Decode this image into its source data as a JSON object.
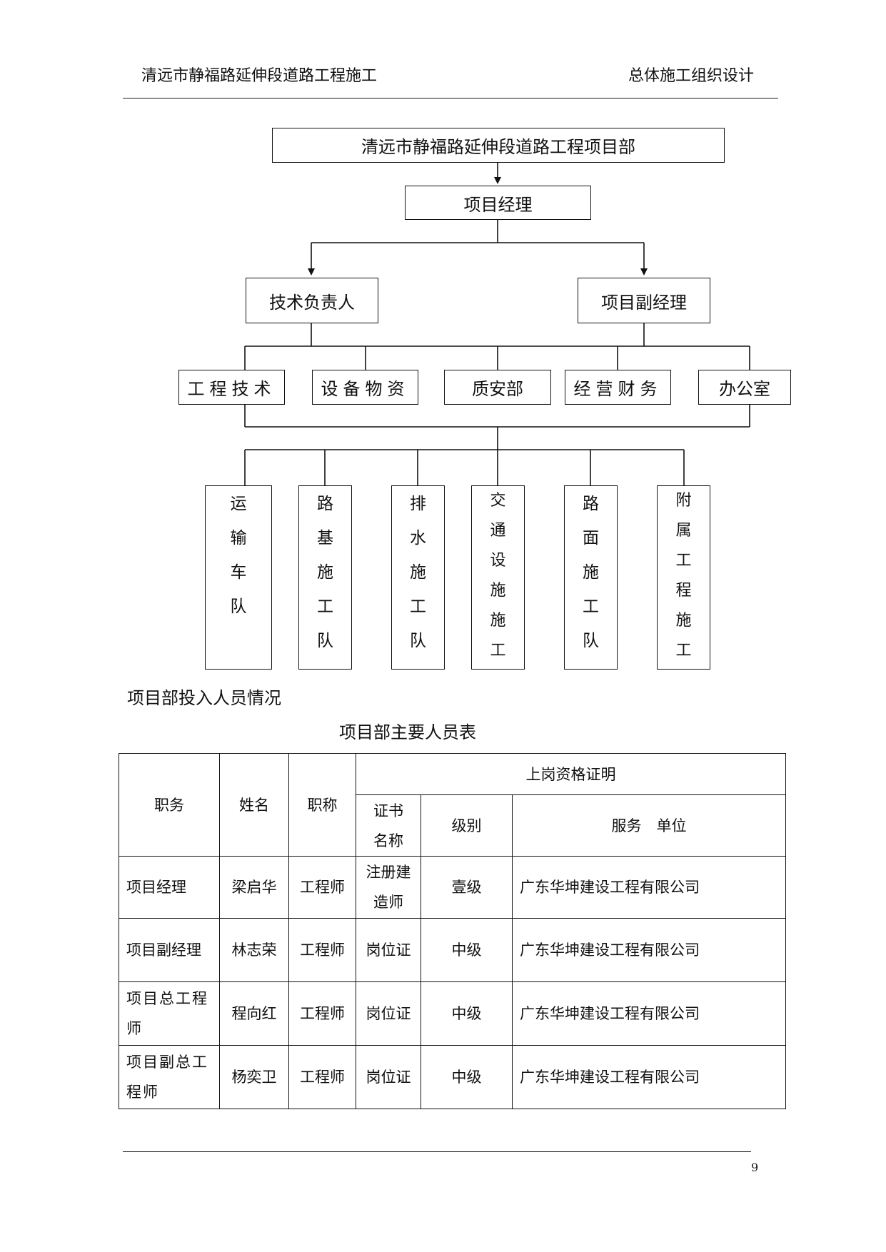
{
  "header": {
    "left": "清远市静福路延伸段道路工程施工",
    "right": "总体施工组织设计"
  },
  "org_chart": {
    "top": "清远市静福路延伸段道路工程项目部",
    "manager": "项目经理",
    "level2": [
      "技术负责人",
      "项目副经理"
    ],
    "departments": [
      "工程技术",
      "设备物资",
      "质安部",
      "经营财务",
      "办公室"
    ],
    "teams": [
      [
        "运",
        "输",
        "车",
        "队"
      ],
      [
        "路",
        "基",
        "施",
        "工",
        "队"
      ],
      [
        "排",
        "水",
        "施",
        "工",
        "队"
      ],
      [
        "交",
        "通",
        "设",
        "施",
        "施",
        "工"
      ],
      [
        "路",
        "面",
        "施",
        "工",
        "队"
      ],
      [
        "附",
        "属",
        "工",
        "程",
        "施",
        "工"
      ]
    ]
  },
  "section_title": "项目部投入人员情况",
  "table": {
    "caption": "项目部主要人员表",
    "headers": {
      "position": "职务",
      "name": "姓名",
      "title": "职称",
      "group": "上岗资格证明",
      "cert_name": "证书名称",
      "level": "级别",
      "unit": "服务　单位"
    },
    "rows": [
      {
        "position": "项目经理",
        "name": "梁启华",
        "title": "工程师",
        "cert": "注册建造师",
        "level": "壹级",
        "unit": "广东华坤建设工程有限公司"
      },
      {
        "position": "项目副经理",
        "name": "林志荣",
        "title": "工程师",
        "cert": "岗位证",
        "level": "中级",
        "unit": "广东华坤建设工程有限公司"
      },
      {
        "position": "项目总工程师",
        "name": "程向红",
        "title": "工程师",
        "cert": "岗位证",
        "level": "中级",
        "unit": "广东华坤建设工程有限公司"
      },
      {
        "position": "项目副总工程师",
        "name": "杨奕卫",
        "title": "工程师",
        "cert": "岗位证",
        "level": "中级",
        "unit": "广东华坤建设工程有限公司"
      }
    ]
  },
  "page_number": "9"
}
